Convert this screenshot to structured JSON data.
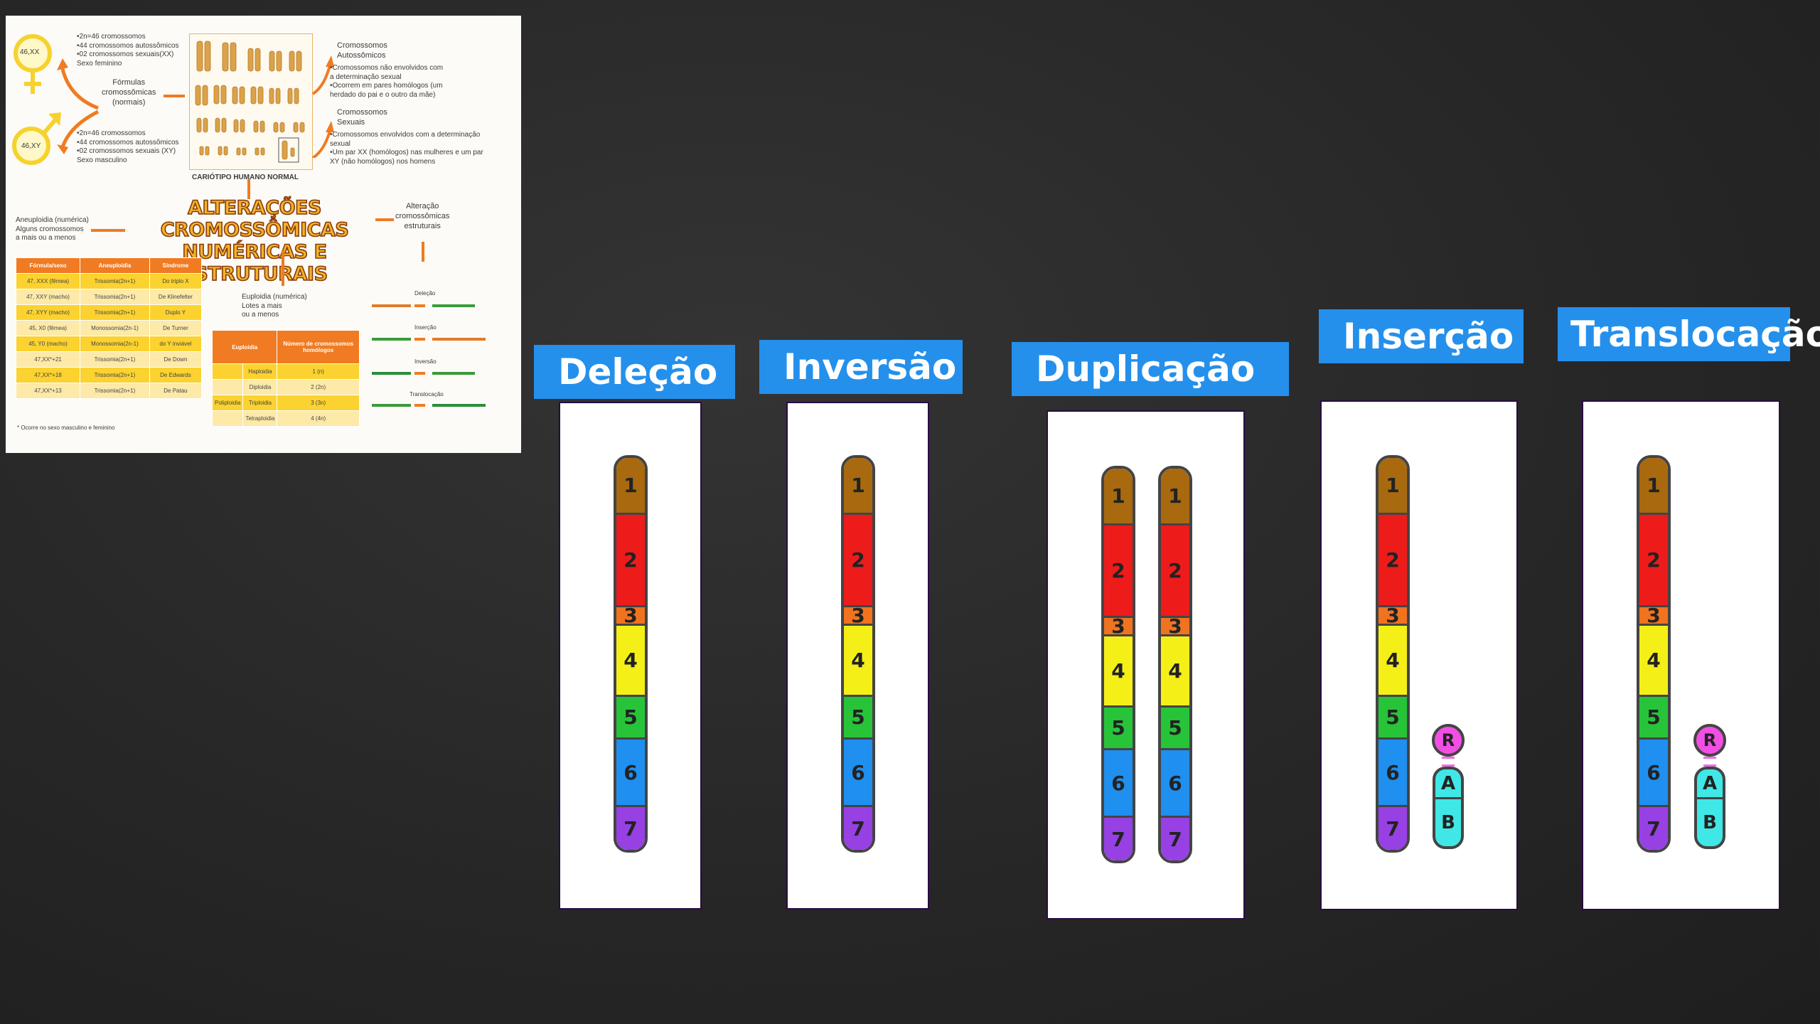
{
  "thumbnail": {
    "xx_label": "46,XX",
    "xy_label": "46,XY",
    "female_text": "•2n=46 cromossomos\n•44 cromossomos autossômicos\n•02 cromossomos sexuais(XX)\nSexo feminino",
    "male_text": "•2n=46 cromossomos\n•44 cromossomos autossômicos\n•02 cromossomos sexuais (XY)\nSexo masculino",
    "formulas_label": "Fórmulas\ncromossômicas\n(normais)",
    "karyotype_label": "CARIÓTIPO HUMANO NORMAL",
    "autosomes_title": "Cromossomos\nAutossômicos",
    "autosomes_text": "•Cromossomos não envolvidos com\na determinação sexual\n•Ocorrem em pares homólogos (um\nherdado do pai e o outro da mãe)",
    "sex_title": "Cromossomos\nSexuais",
    "sex_text": "•Cromossomos envolvidos com a determinação\nsexual\n•Um par XX (homólogos) nas mulheres e um par\nXY (não homólogos) nos homens",
    "headline": "ALTERAÇÕES CROMOSSÔMICAS NUMÉRICAS E ESTRUTURAIS",
    "aneuploidy_label": "Aneuploidia (numérica)\nAlguns cromossomos\na mais ou a menos",
    "structural_label": "Alteração\ncromossômicas\nestruturais",
    "euploidy_label": "Euploidia (numérica)\nLotes a mais\nou a menos",
    "aneuploidy_table": {
      "headers": [
        "Fórmula/sexo",
        "Aneuploidia",
        "Síndrome"
      ],
      "rows": [
        [
          "47, XXX (fêmea)",
          "Trissomia(2n+1)",
          "Do triplo X"
        ],
        [
          "47, XXY (macho)",
          "Trissomia(2n+1)",
          "De Klinefelter"
        ],
        [
          "47, XYY (macho)",
          "Trissomia(2n+1)",
          "Duplo Y"
        ],
        [
          "45, X0 (fêmea)",
          "Monossomia(2n-1)",
          "De Turner"
        ],
        [
          "45, Y0 (macho)",
          "Monossomia(2n-1)",
          "do Y inviável"
        ],
        [
          "47,XX*+21",
          "Trissomia(2n+1)",
          "De Down"
        ],
        [
          "47,XX*+18",
          "Trissomia(2n+1)",
          "De Edwards"
        ],
        [
          "47,XX*+13",
          "Trissomia(2n+1)",
          "De Patau"
        ]
      ],
      "footnote": "* Ocorre no sexo masculino e feminino"
    },
    "euploidy_table": {
      "headers": [
        "Euploidia",
        "Número de cromossomos homólogos"
      ],
      "rows": [
        [
          "",
          "Haploidia",
          "1 (n)"
        ],
        [
          "",
          "Diploidia",
          "2 (2n)"
        ],
        [
          "Poliploidia",
          "Triploidia",
          "3 (3n)"
        ],
        [
          "",
          "Tetraploidia",
          "4 (4n)"
        ]
      ]
    },
    "structural_types": [
      "Deleção",
      "Inserção",
      "Inversão",
      "Translocação"
    ]
  },
  "panels": [
    {
      "label": "Deleção"
    },
    {
      "label": "Inversão"
    },
    {
      "label": "Duplicação"
    },
    {
      "label": "Inserção"
    },
    {
      "label": "Translocação"
    }
  ],
  "segment_labels": [
    "1",
    "2",
    "3",
    "4",
    "5",
    "6",
    "7"
  ],
  "fragment_labels": {
    "r": "R",
    "a": "A",
    "b": "B"
  },
  "segment_colors": {
    "1": "#a8690f",
    "2": "#ee1b1b",
    "3": "#f07320",
    "4": "#f5ef18",
    "5": "#27c43a",
    "6": "#1f8ff0",
    "7": "#9740e4"
  },
  "fragment_colors": {
    "r": "#f14fe3",
    "ab": "#3fe8e6"
  },
  "label_color": "#2490ec"
}
